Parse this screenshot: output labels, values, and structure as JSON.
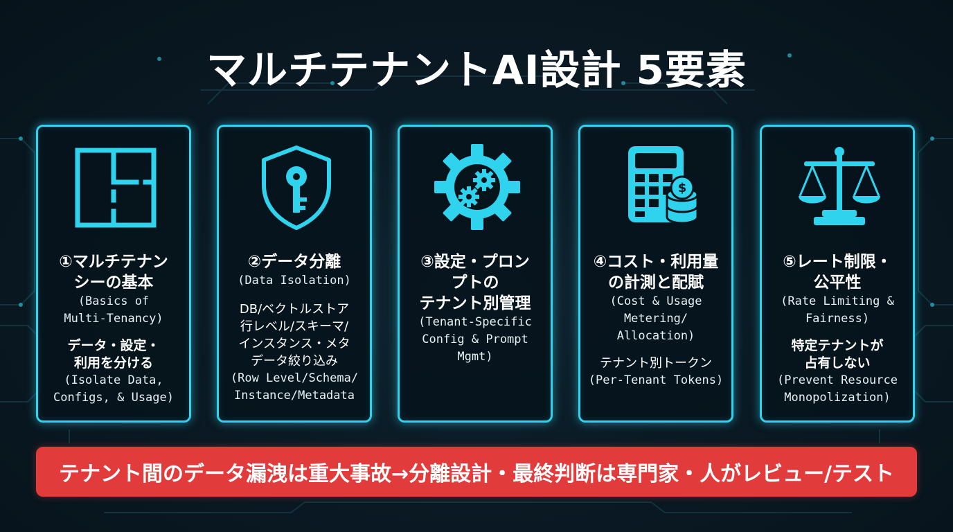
{
  "title": "マルチテナントAI設計 5要素",
  "colors": {
    "accent": "#2fd3ee",
    "alert": "#e23b3b",
    "background": "#0a1a24"
  },
  "cards": [
    {
      "icon": "floor-plan-icon",
      "heading": [
        "①マルチテナン",
        "シーの基本"
      ],
      "english": [
        "(Basics of",
        "Multi-Tenancy)"
      ],
      "detail": [
        "データ・設定・",
        "利用を分ける"
      ],
      "detail_english": [
        "(Isolate Data,",
        "Configs, & Usage)"
      ]
    },
    {
      "icon": "shield-key-icon",
      "heading": [
        "②データ分離"
      ],
      "english": [
        "(Data Isolation)"
      ],
      "detail": [
        "DB/ベクトルストア",
        "行レベル/スキーマ/",
        "インスタンス・メタ",
        "データ絞り込み"
      ],
      "detail_english": [
        "(Row Level/Schema/",
        "Instance/Metadata"
      ]
    },
    {
      "icon": "gears-icon",
      "heading": [
        "③設定・プロン",
        "プトの",
        "テナント別管理"
      ],
      "english": [
        "(Tenant-Specific",
        "Config & Prompt",
        "Mgmt)"
      ],
      "detail": [],
      "detail_english": []
    },
    {
      "icon": "calculator-coins-icon",
      "heading": [
        "④コスト・利用量",
        "の計測と配賦"
      ],
      "english": [
        "(Cost & Usage",
        "Metering/",
        "Allocation)"
      ],
      "detail": [
        "テナント別トークン"
      ],
      "detail_english": [
        "(Per-Tenant Tokens)"
      ]
    },
    {
      "icon": "balance-scale-icon",
      "heading": [
        "⑤レート制限・",
        "公平性"
      ],
      "english": [
        "(Rate Limiting &",
        "Fairness)"
      ],
      "detail": [
        "特定テナントが",
        "占有しない"
      ],
      "detail_english": [
        "(Prevent Resource",
        "Monopolization)"
      ]
    }
  ],
  "bottom_banner": "テナント間のデータ漏洩は重大事故→分離設計・最終判断は専門家・人がレビュー/テスト"
}
